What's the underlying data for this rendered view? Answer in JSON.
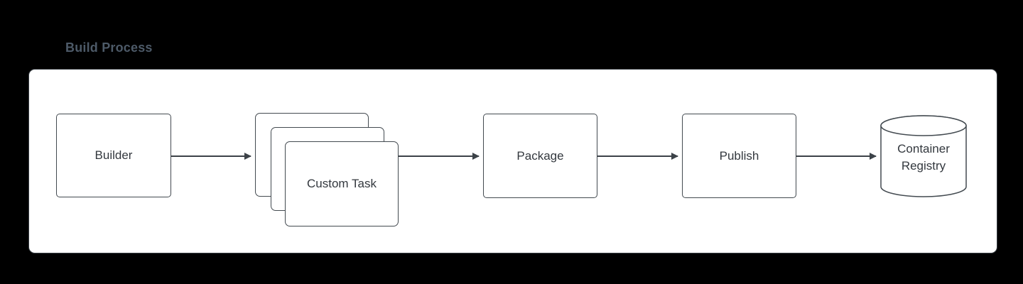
{
  "title": "Build Process",
  "nodes": {
    "builder": {
      "label": "Builder"
    },
    "custom_task": {
      "label": "Custom Task"
    },
    "package": {
      "label": "Package"
    },
    "publish": {
      "label": "Publish"
    },
    "container_registry": {
      "label": "Container Registry"
    }
  },
  "edges": [
    {
      "from": "builder",
      "to": "custom_task"
    },
    {
      "from": "custom_task",
      "to": "package"
    },
    {
      "from": "package",
      "to": "publish"
    },
    {
      "from": "publish",
      "to": "container_registry"
    }
  ],
  "colors": {
    "page_background": "#000000",
    "canvas_background": "#ffffff",
    "node_fill": "#ffffff",
    "node_border": "#434a50",
    "node_text": "#33383e",
    "arrow": "#3c4248",
    "title_text": "#4d5a68"
  }
}
